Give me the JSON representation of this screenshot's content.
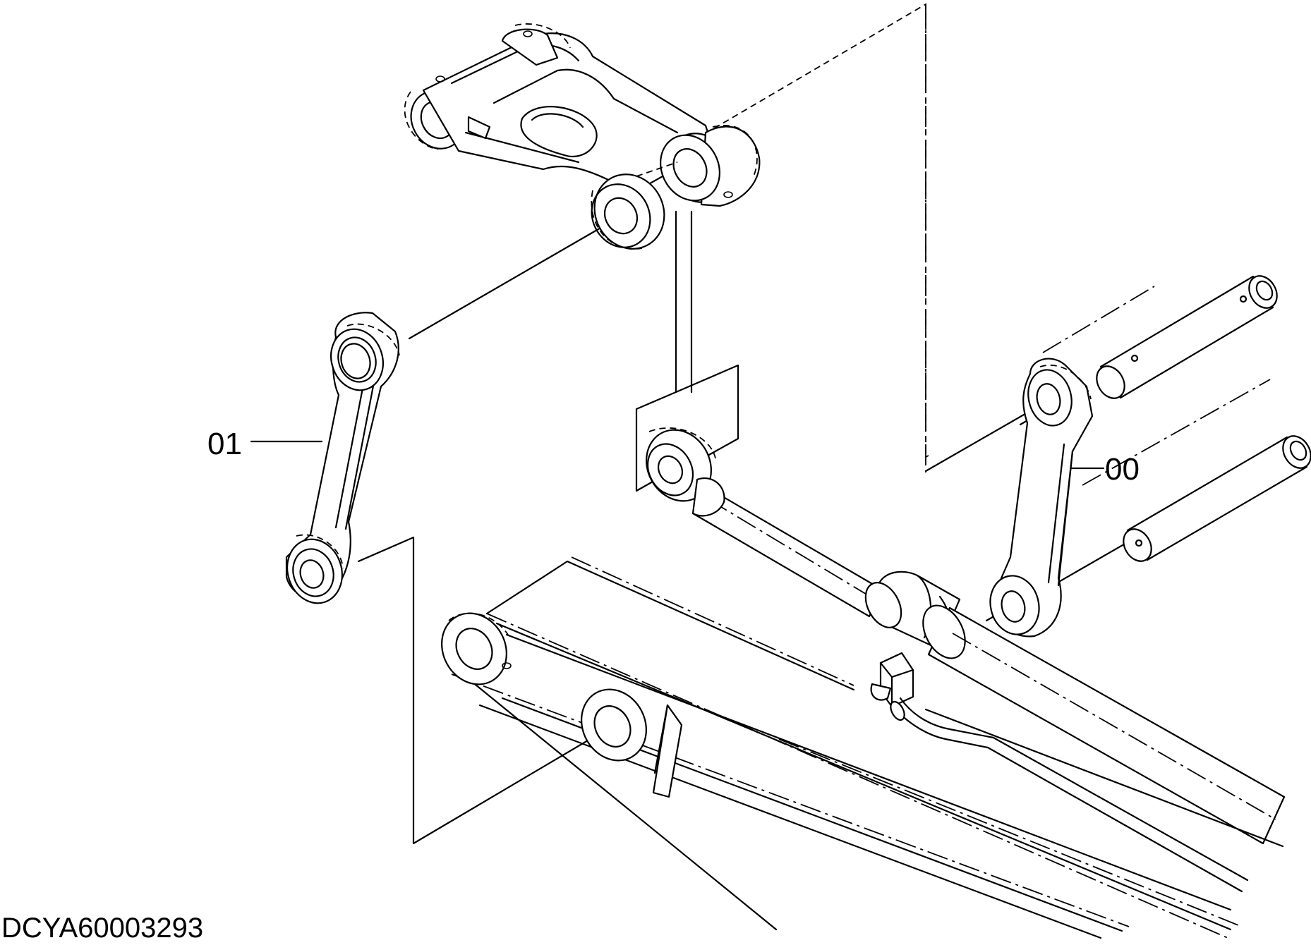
{
  "labels": {
    "part_01": "01",
    "part_00": "00"
  },
  "drawing_code": "DCYA60003293",
  "colors": {
    "line": "#000000",
    "background": "#ffffff"
  }
}
